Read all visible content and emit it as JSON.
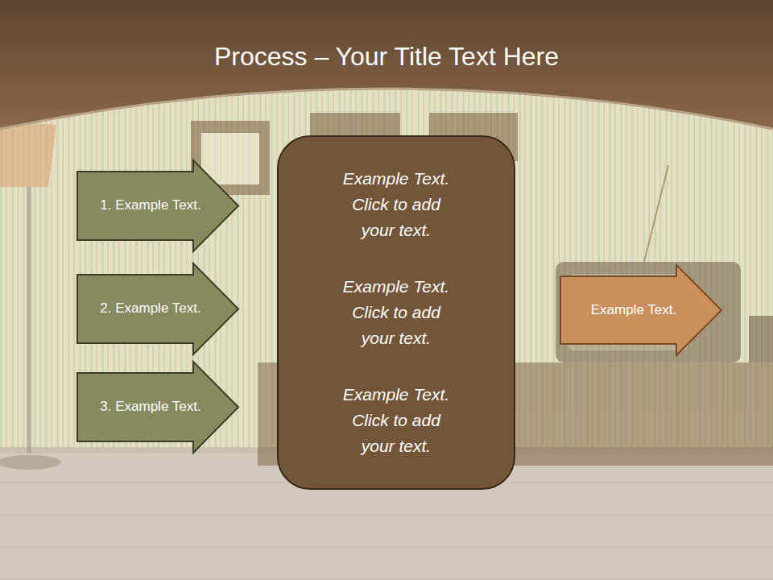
{
  "diagram": {
    "title": "Process – Your Title Text Here",
    "nodes": [
      {
        "text": [
          "1. Example Text."
        ]
      },
      {
        "text": [
          "2. Example Text."
        ]
      },
      {
        "text": [
          "3. Example Text."
        ]
      },
      {
        "text": [
          "Example Text. Click to add your text.",
          "Example Text. Click to add your text.",
          "Example Text. Click to add your text."
        ]
      },
      {
        "text": [
          "Example Text."
        ]
      }
    ]
  }
}
